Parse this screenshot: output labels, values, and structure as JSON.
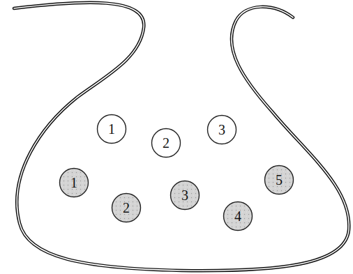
{
  "diagram": {
    "nodes": [
      {
        "text": [
          "1"
        ]
      },
      {
        "text": [
          "2"
        ]
      },
      {
        "text": [
          "3"
        ]
      },
      {
        "text": [
          "1"
        ]
      },
      {
        "text": [
          "2"
        ]
      },
      {
        "text": [
          "3"
        ]
      },
      {
        "text": [
          "4"
        ]
      },
      {
        "text": [
          "5"
        ]
      }
    ]
  }
}
